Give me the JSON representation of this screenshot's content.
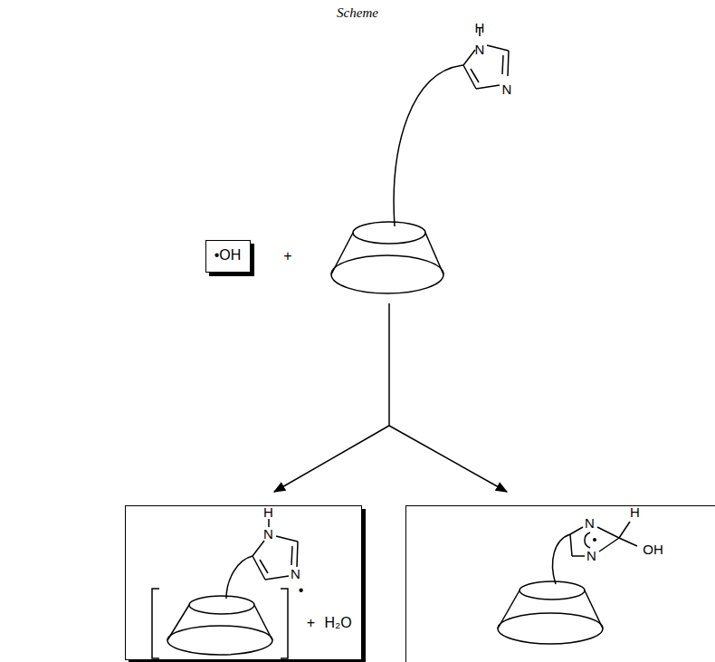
{
  "diagram": {
    "title": "Scheme",
    "nodes": [
      {
        "text": [
          "•OH"
        ]
      },
      {
        "text": [
          "H",
          "N",
          "N",
          "•",
          "+",
          "H₂O"
        ]
      },
      {
        "text": [
          "N",
          "H",
          "N",
          "OH"
        ]
      }
    ],
    "labels": [
      "+",
      "H",
      "N",
      "N"
    ]
  }
}
